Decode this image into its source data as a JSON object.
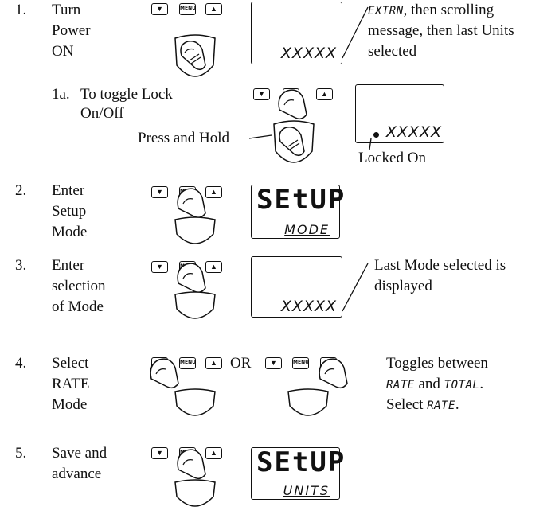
{
  "steps": [
    {
      "num": "1.",
      "lines": [
        "Turn",
        "Power",
        "ON"
      ],
      "display": "XXXXX",
      "note": [
        "EXTRN",
        ", then scrolling",
        "message, then last Units",
        "selected"
      ]
    },
    {
      "num": "1a.",
      "text": "To toggle Lock",
      "text2": "On/Off",
      "press": "Press and Hold",
      "display": "XXXXX",
      "locked": "Locked On"
    },
    {
      "num": "2.",
      "lines": [
        "Enter",
        "Setup",
        "Mode"
      ],
      "display_main": "SEtUP",
      "display_sub": "MODE"
    },
    {
      "num": "3.",
      "lines": [
        "Enter",
        "selection",
        "of Mode"
      ],
      "display": "XXXXX",
      "note": [
        "Last Mode selected is",
        "displayed"
      ]
    },
    {
      "num": "4.",
      "lines": [
        "Select",
        "RATE",
        "Mode"
      ],
      "or": "OR",
      "note_line1": "Toggles between",
      "note_rate": "RATE",
      "note_and": " and ",
      "note_total": "TOTAL",
      "note_dot": ".",
      "note_select": "Select ",
      "note_rate2": "RATE",
      "note_dot2": "."
    },
    {
      "num": "5.",
      "lines": [
        "Save and",
        "advance"
      ],
      "display_main": "SEtUP",
      "display_sub": "UNITS"
    }
  ],
  "buttons": {
    "down": "▼",
    "menu": "MENU",
    "up": "▲"
  }
}
